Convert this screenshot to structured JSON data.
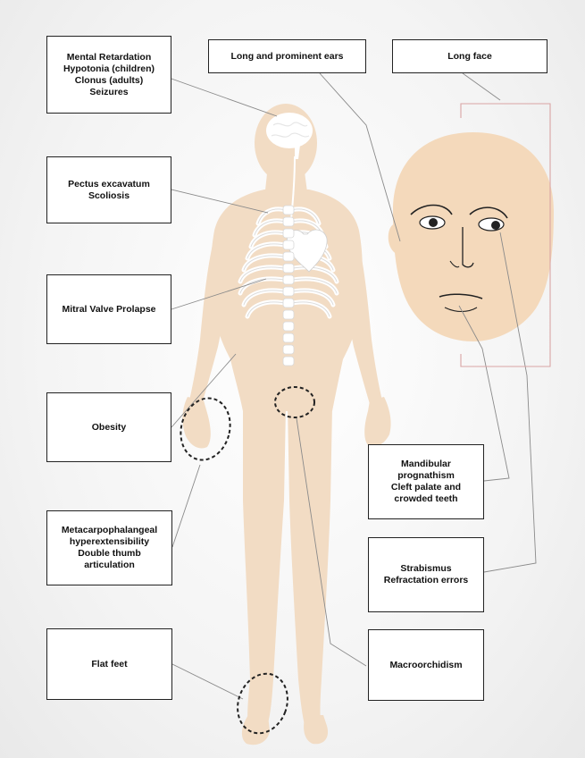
{
  "labels": {
    "neuro": [
      "Mental Retardation",
      "Hypotonia (children)",
      "Clonus (adults)",
      "Seizures"
    ],
    "ears": [
      "Long and prominent ears"
    ],
    "face": [
      "Long face"
    ],
    "chest": [
      "Pectus excavatum",
      "Scoliosis"
    ],
    "mitral": [
      "Mitral Valve Prolapse"
    ],
    "obesity": [
      "Obesity"
    ],
    "hands": [
      "Metacarpophalangeal",
      "hyperextensibility",
      "Double thumb",
      "articulation"
    ],
    "feet": [
      "Flat feet"
    ],
    "jaw": [
      "Mandibular",
      "prognathism",
      "Cleft palate and",
      "crowded teeth"
    ],
    "eyes": [
      "Strabismus",
      "Refractation errors"
    ],
    "testes": [
      "Macroorchidism"
    ]
  },
  "colors": {
    "skin": "#f2dcc4",
    "face": "#f4d9bb",
    "organ": "#ffffff",
    "leader": "#8a8a8a",
    "bracket": "#d9a4a4",
    "outline": "#222222"
  }
}
